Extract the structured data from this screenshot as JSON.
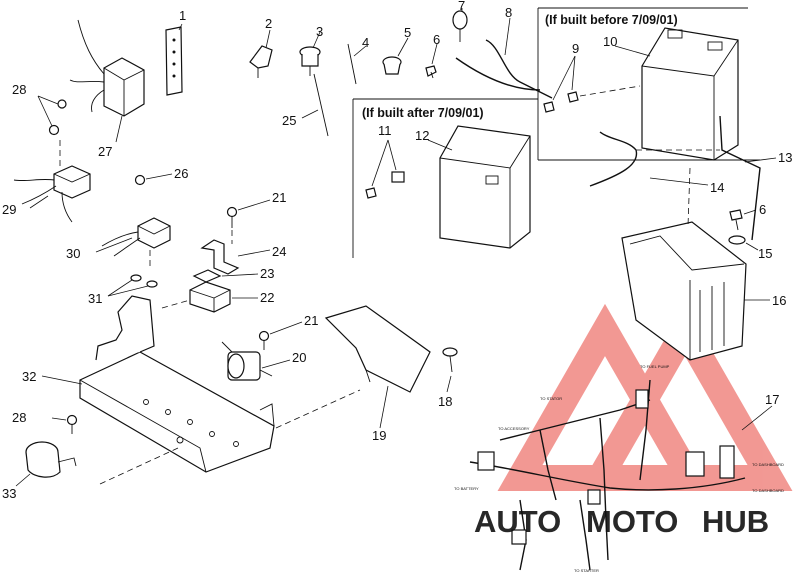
{
  "callouts": [
    {
      "id": "1",
      "label": "1"
    },
    {
      "id": "2",
      "label": "2"
    },
    {
      "id": "3",
      "label": "3"
    },
    {
      "id": "4",
      "label": "4"
    },
    {
      "id": "5",
      "label": "5"
    },
    {
      "id": "6a",
      "label": "6"
    },
    {
      "id": "7",
      "label": "7"
    },
    {
      "id": "8",
      "label": "8"
    },
    {
      "id": "9",
      "label": "9"
    },
    {
      "id": "10",
      "label": "10"
    },
    {
      "id": "11",
      "label": "11"
    },
    {
      "id": "12",
      "label": "12"
    },
    {
      "id": "13",
      "label": "13"
    },
    {
      "id": "14",
      "label": "14"
    },
    {
      "id": "6b",
      "label": "6"
    },
    {
      "id": "15",
      "label": "15"
    },
    {
      "id": "16",
      "label": "16"
    },
    {
      "id": "17",
      "label": "17"
    },
    {
      "id": "18",
      "label": "18"
    },
    {
      "id": "19",
      "label": "19"
    },
    {
      "id": "20",
      "label": "20"
    },
    {
      "id": "21a",
      "label": "21"
    },
    {
      "id": "21b",
      "label": "21"
    },
    {
      "id": "22",
      "label": "22"
    },
    {
      "id": "23",
      "label": "23"
    },
    {
      "id": "24",
      "label": "24"
    },
    {
      "id": "25",
      "label": "25"
    },
    {
      "id": "26",
      "label": "26"
    },
    {
      "id": "27",
      "label": "27"
    },
    {
      "id": "28a",
      "label": "28"
    },
    {
      "id": "28b",
      "label": "28"
    },
    {
      "id": "29",
      "label": "29"
    },
    {
      "id": "30",
      "label": "30"
    },
    {
      "id": "31",
      "label": "31"
    },
    {
      "id": "32",
      "label": "32"
    },
    {
      "id": "33",
      "label": "33"
    }
  ],
  "boxes": {
    "before": {
      "title": "(If built before 7/09/01)"
    },
    "after": {
      "title": "(If built after 7/09/01)"
    }
  },
  "watermark": {
    "word_a": "AUTO",
    "word_b": "MOTO",
    "word_c": "HUB",
    "colors": {
      "red": "#e8453c",
      "orange": "#f5a623",
      "grey": "#555555"
    }
  }
}
